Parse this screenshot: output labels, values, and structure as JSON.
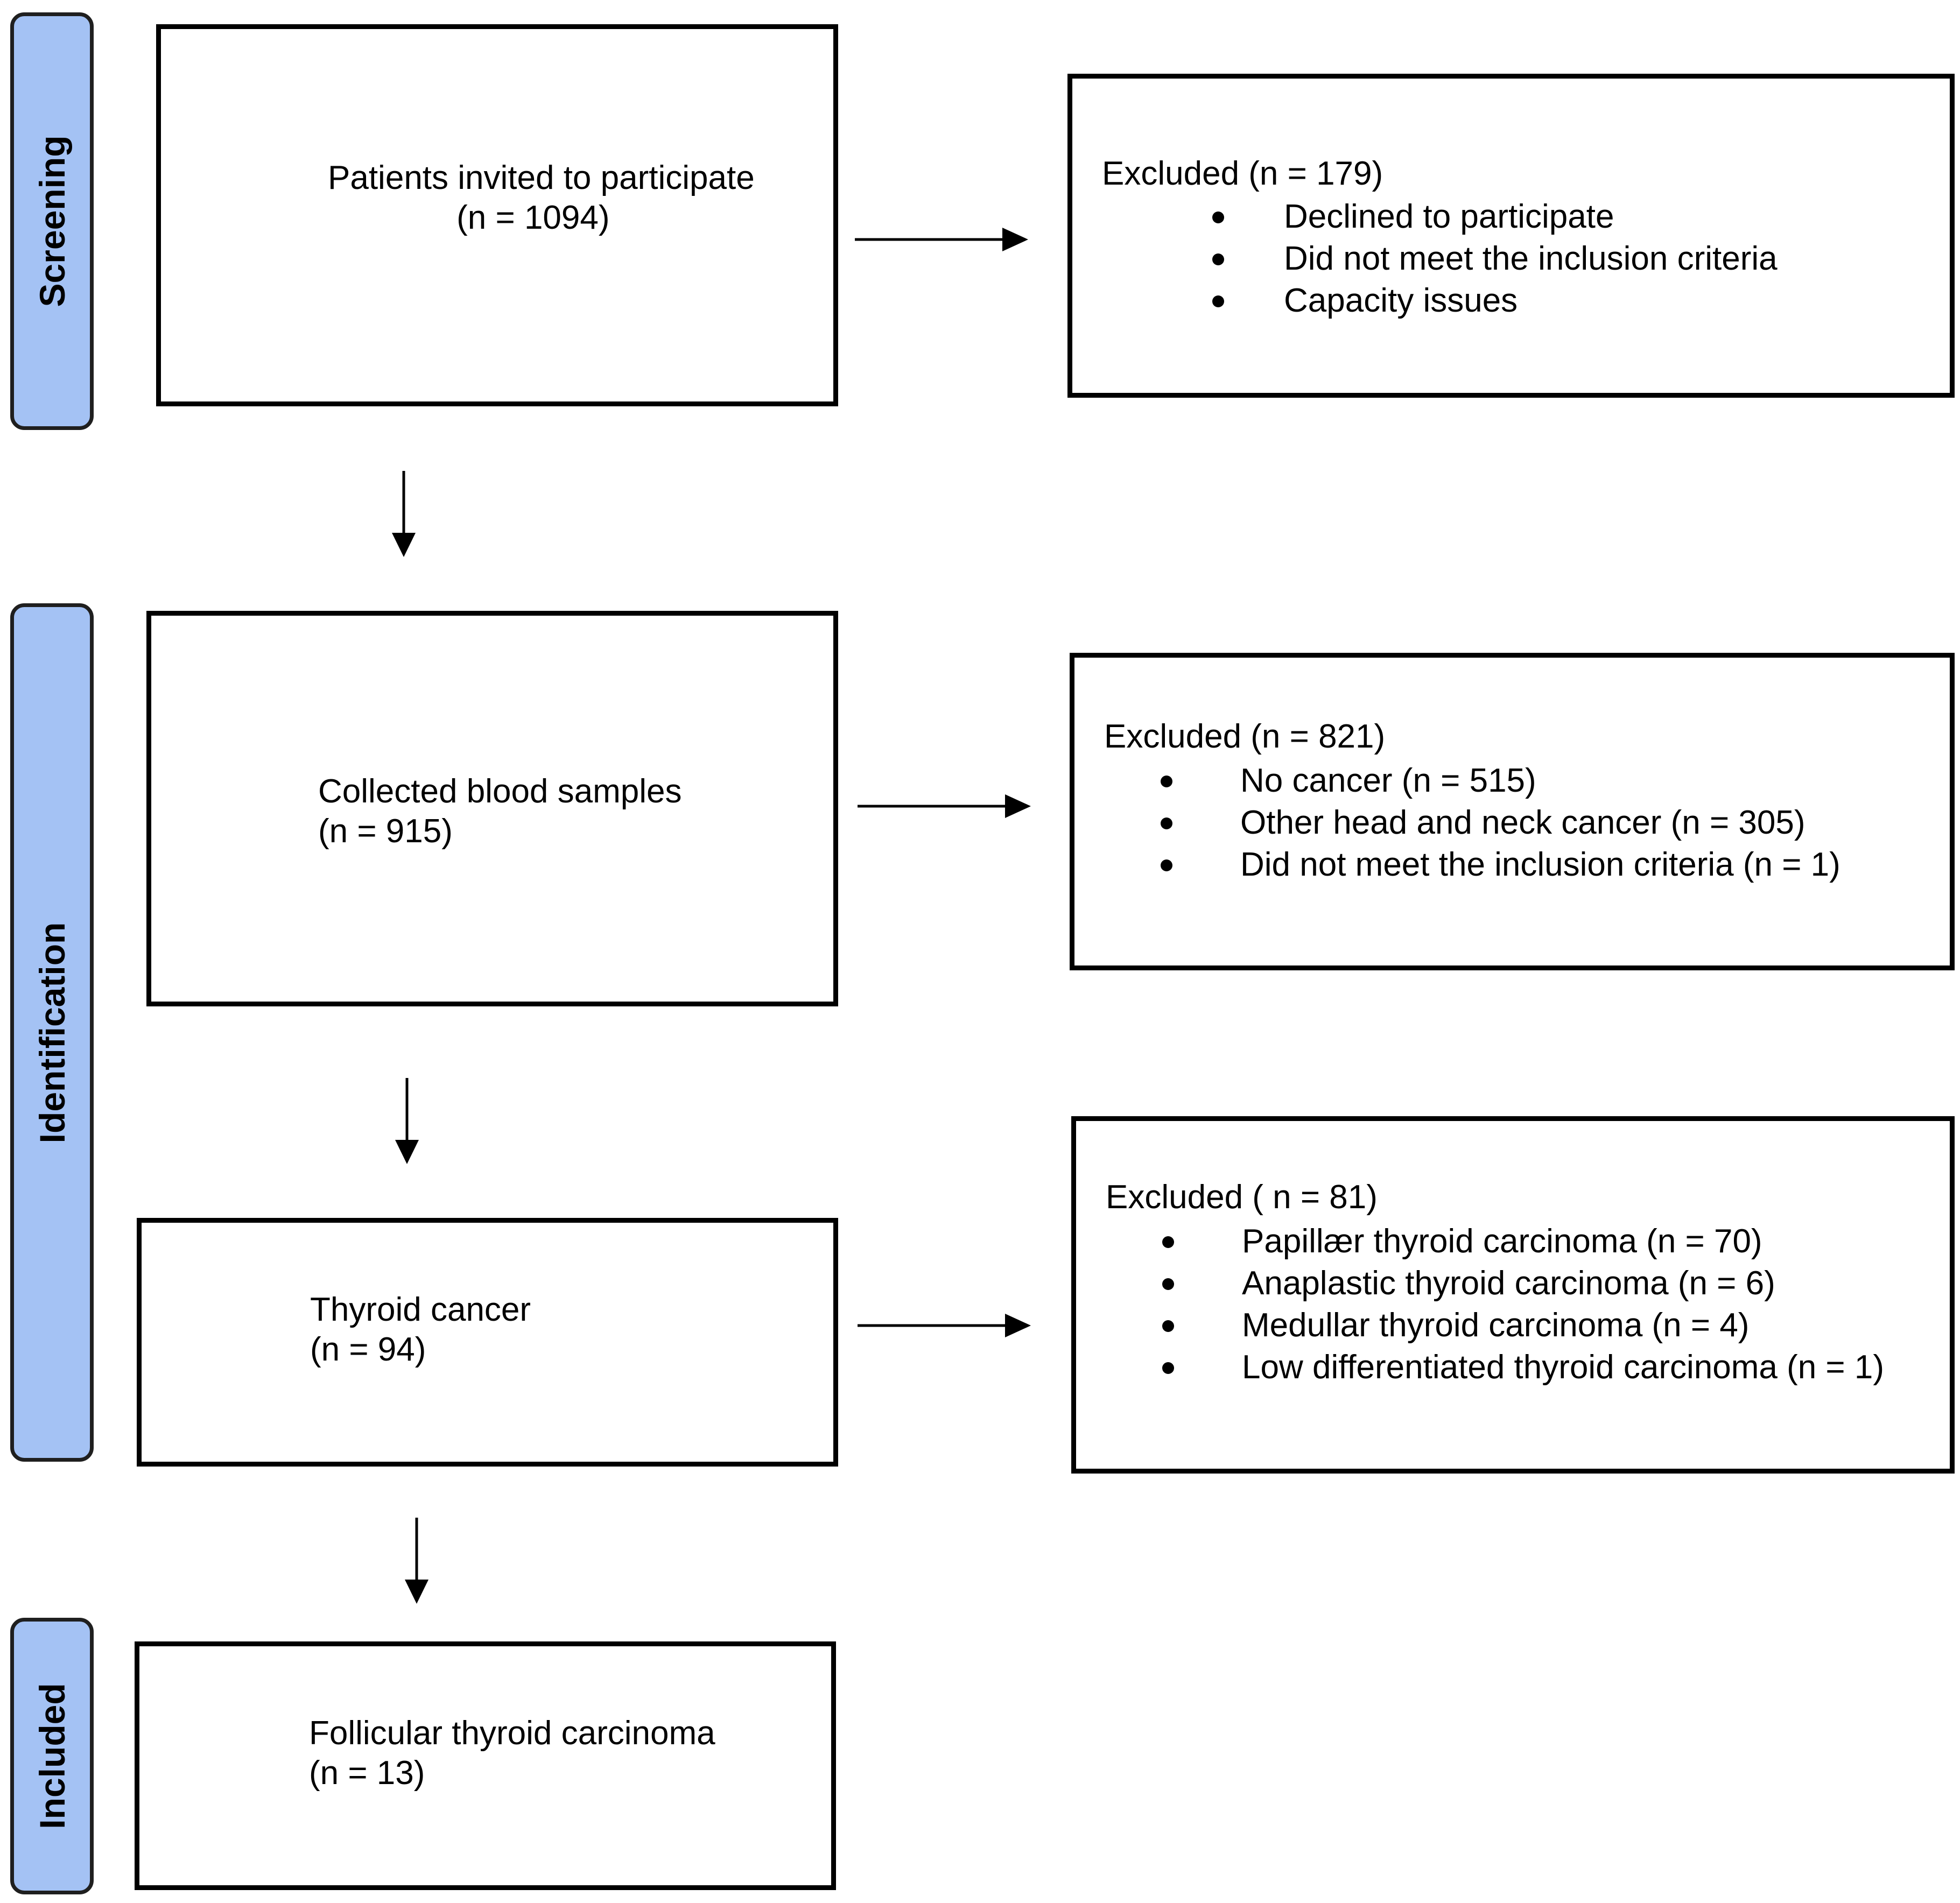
{
  "phases": {
    "screening": "Screening",
    "identification": "Identification",
    "included": "Included"
  },
  "main_boxes": {
    "invited": {
      "label": "Patients invited to participate",
      "count": "(n = 1094)"
    },
    "collected": {
      "label": "Collected blood samples",
      "count": "(n = 915)"
    },
    "thyroid": {
      "label": "Thyroid cancer",
      "count": "(n = 94)"
    },
    "follicular": {
      "label": "Follicular thyroid carcinoma",
      "count": "(n = 13)"
    }
  },
  "excluded_boxes": {
    "first": {
      "title": "Excluded (n = 179)",
      "items": [
        "Declined to participate",
        "Did not meet the inclusion criteria",
        "Capacity issues"
      ]
    },
    "second": {
      "title": "Excluded (n = 821)",
      "items": [
        "No cancer (n = 515)",
        "Other head and neck cancer (n = 305)",
        "Did not meet the inclusion criteria (n = 1)"
      ]
    },
    "third": {
      "title": "Excluded ( n = 81)",
      "items": [
        "Papillær thyroid carcinoma (n = 70)",
        "Anaplastic thyroid carcinoma (n = 6)",
        "Medullar thyroid carcinoma (n = 4)",
        "Low differentiated thyroid carcinoma (n = 1)"
      ]
    }
  }
}
